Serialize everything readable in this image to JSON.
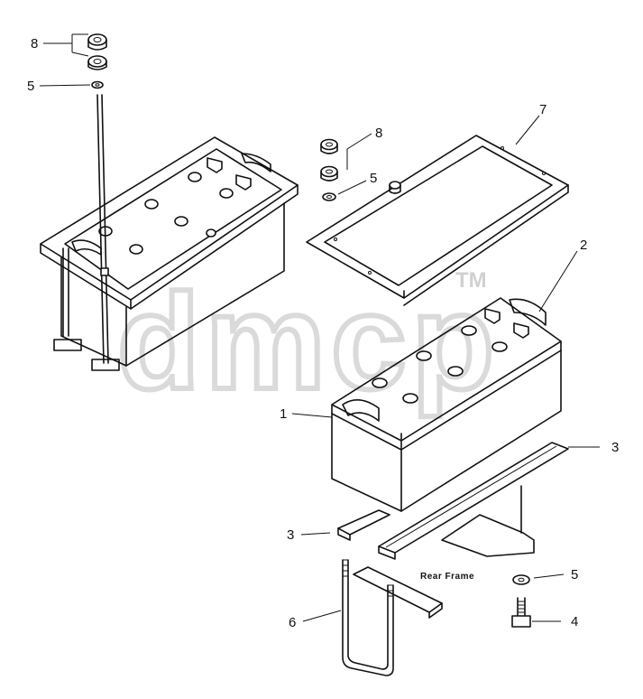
{
  "callouts": {
    "c8a": "8",
    "c5a": "5",
    "c7": "7",
    "c8b": "8",
    "c5b": "5",
    "c2": "2",
    "c1": "1",
    "c3a": "3",
    "c3b": "3",
    "c5c": "5",
    "c4": "4",
    "c6": "6"
  },
  "rear_frame_label": "Rear Frame",
  "watermark": {
    "text": "dmcp",
    "mark": "TM"
  }
}
